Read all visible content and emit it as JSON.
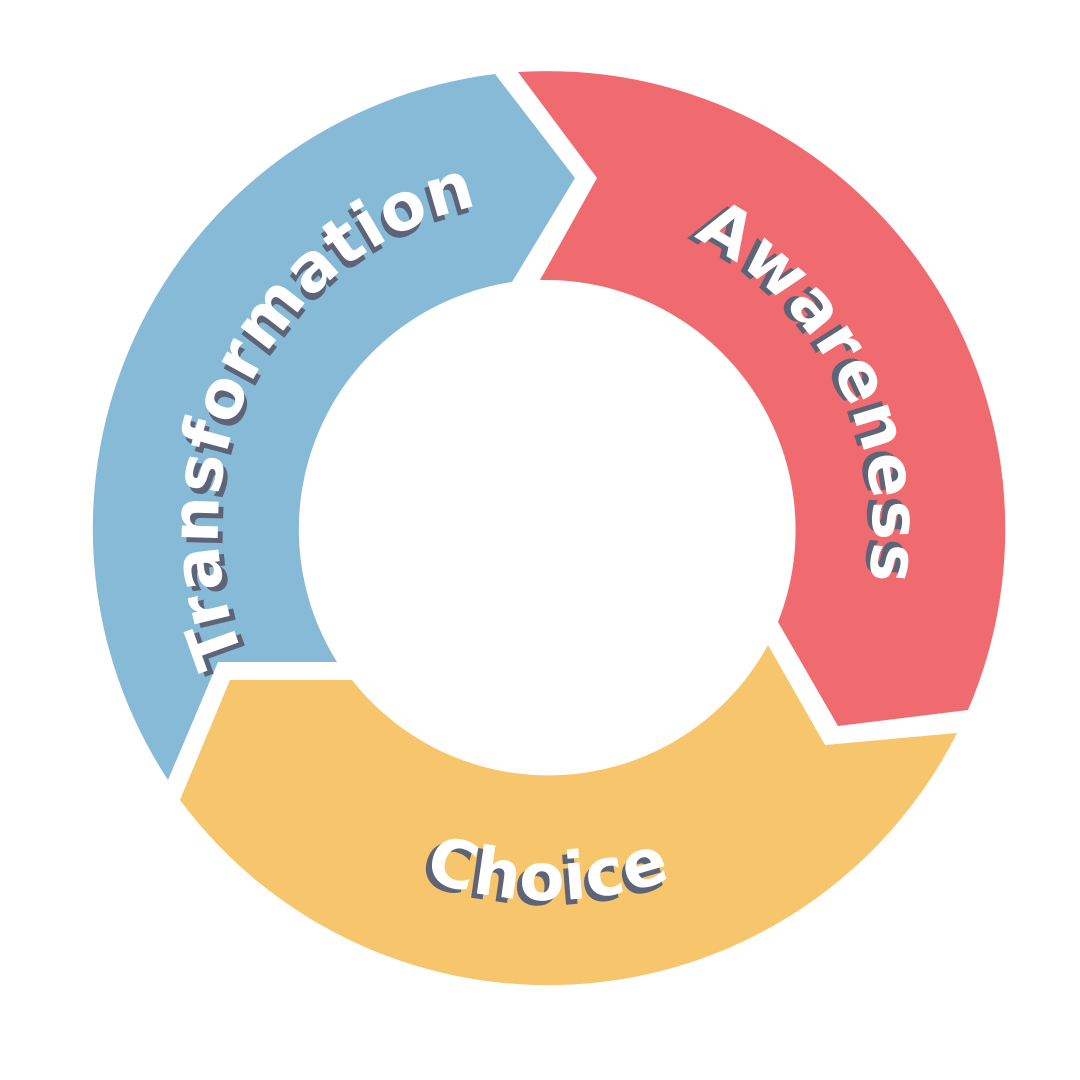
{
  "diagram": {
    "type": "cycle",
    "segments": [
      {
        "label": "Awareness",
        "color": "#EF6B6F"
      },
      {
        "label": "Choice",
        "color": "#F7C56B"
      },
      {
        "label": "Transformation",
        "color": "#86BAD7"
      }
    ],
    "text_color": "#FFFFFF",
    "shadow_color": "#5E6478"
  }
}
